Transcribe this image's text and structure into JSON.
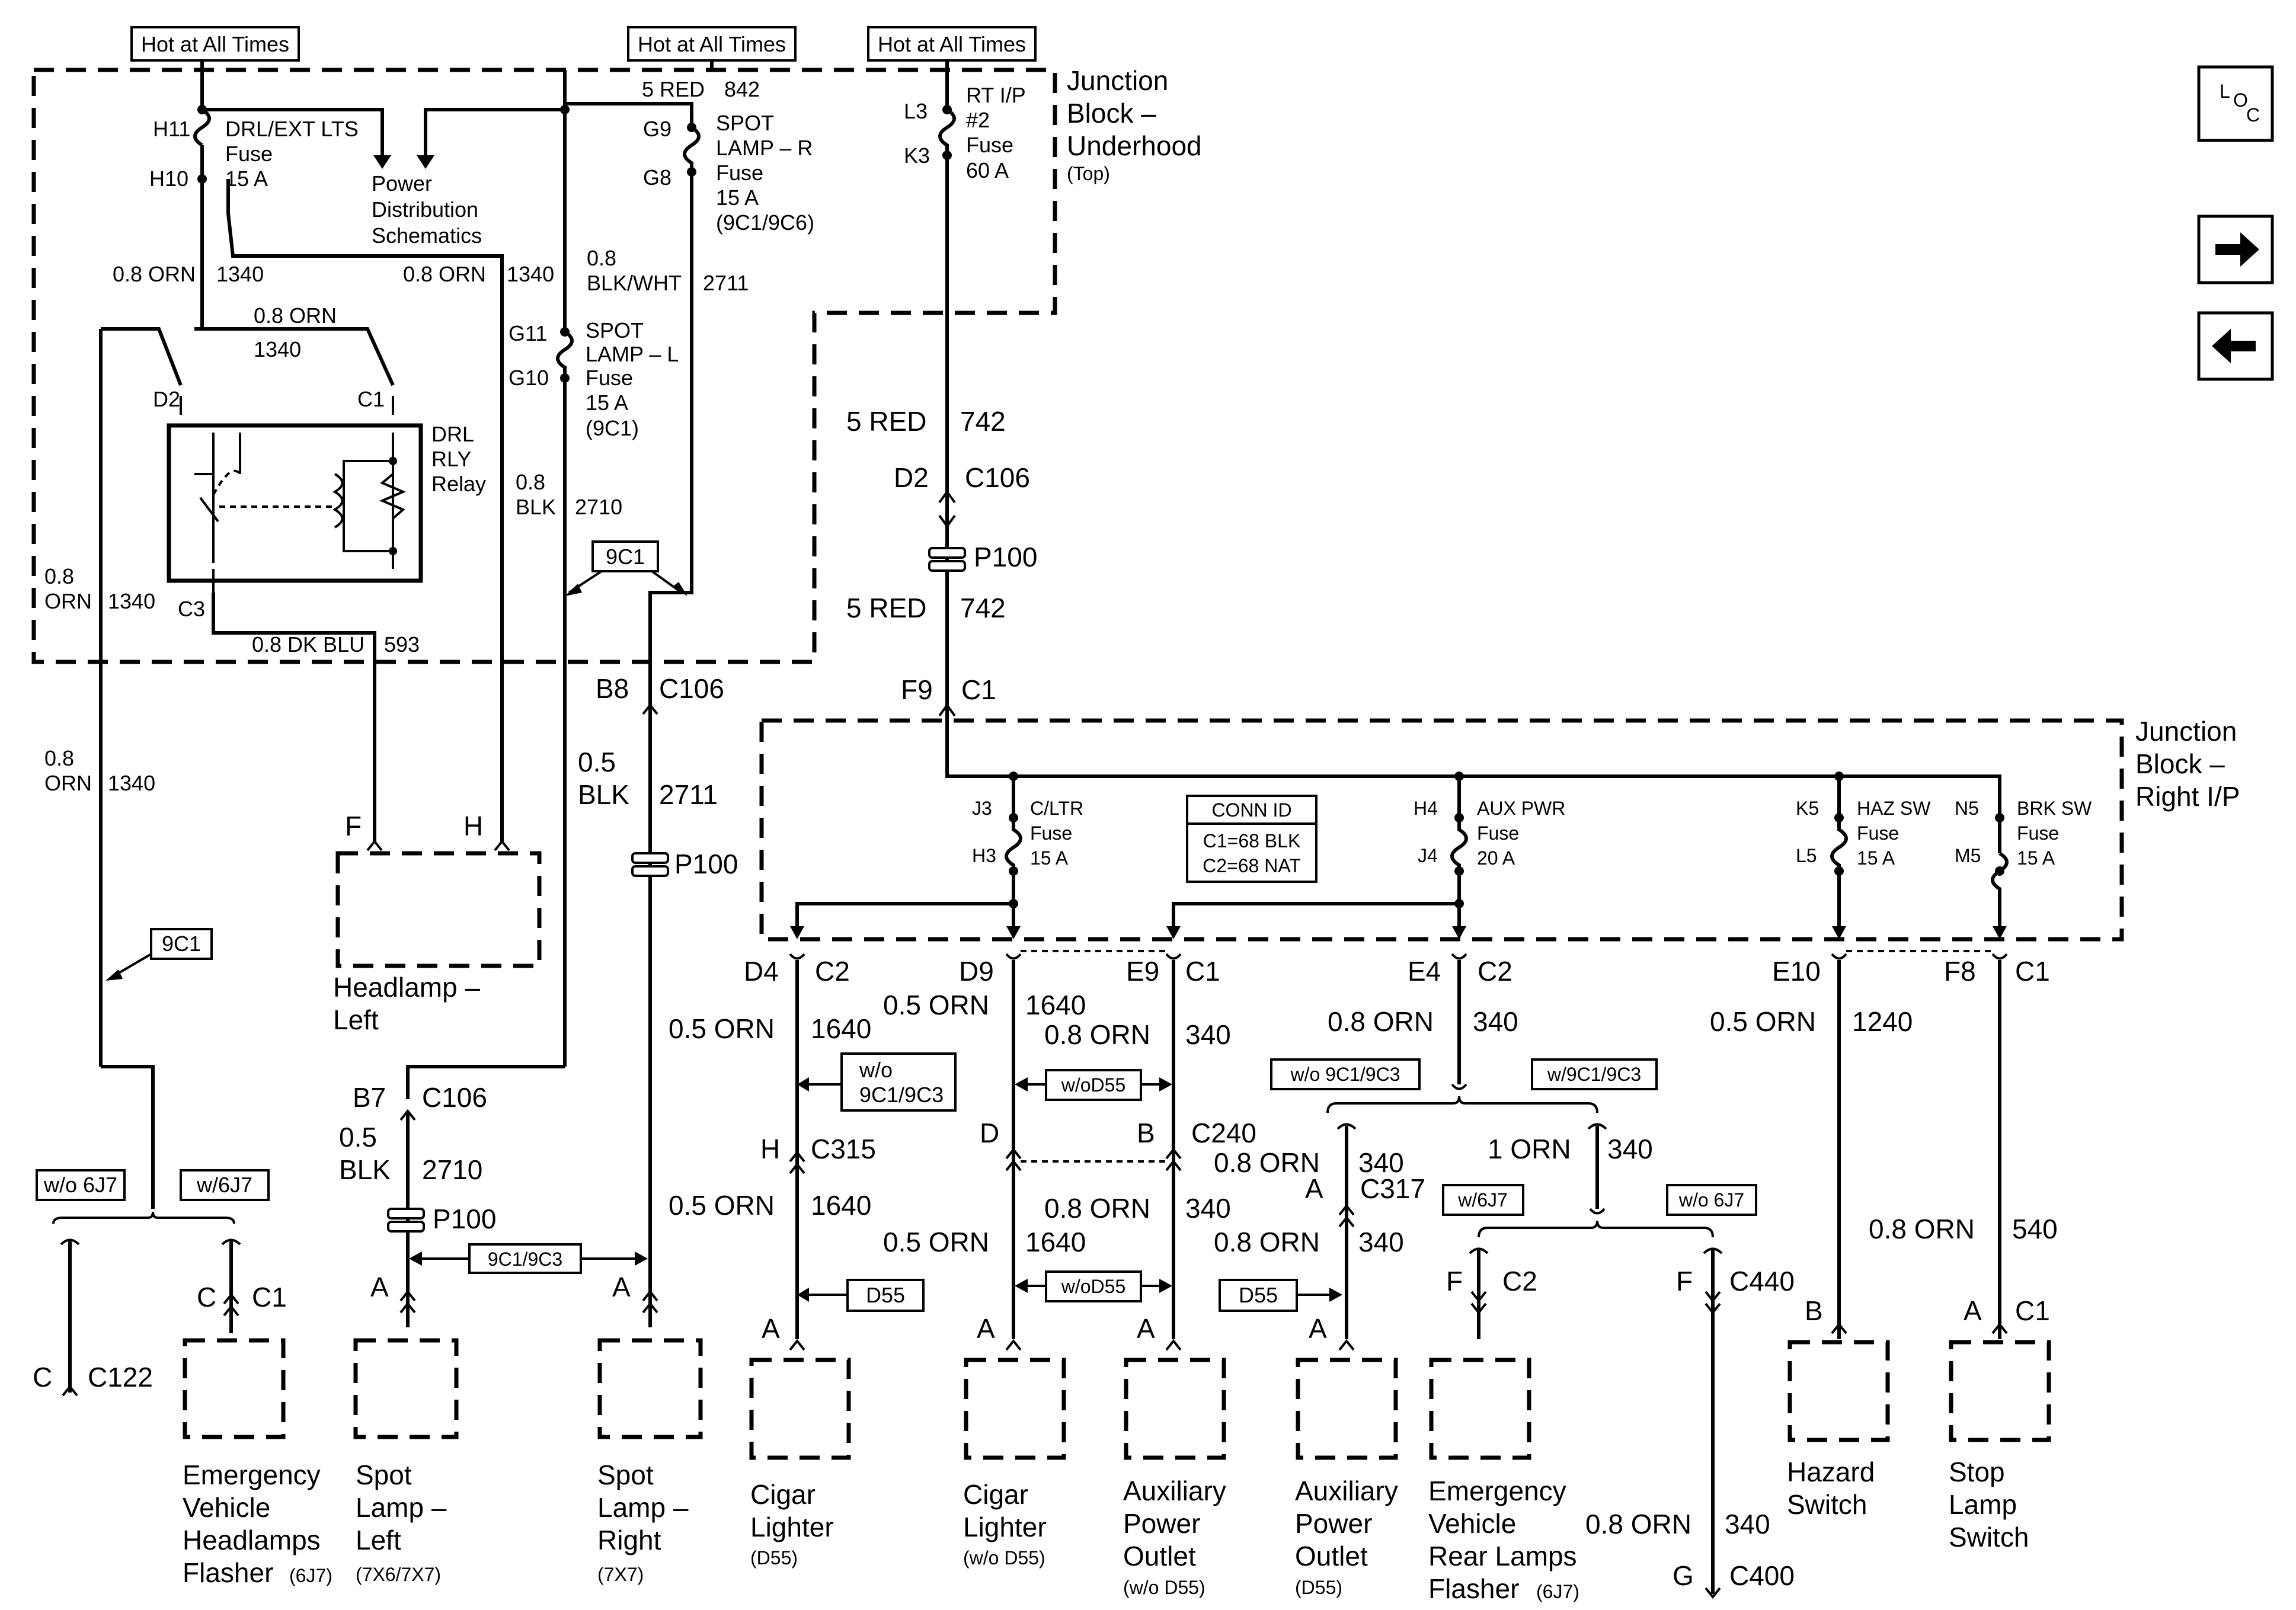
{
  "labels": {
    "hot1": "Hot at All Times",
    "hot2": "Hot at All Times",
    "hot3": "Hot at All Times",
    "jb_underhood": [
      "Junction",
      "Block –",
      "Underhood",
      "(Top)"
    ],
    "jb_rightip": [
      "Junction",
      "Block –",
      "Right I/P"
    ],
    "loc": [
      "L",
      "O",
      "C"
    ],
    "drl_fuse": {
      "pin_top": "H11",
      "pin_bot": "H10",
      "name": "DRL/EXT LTS",
      "kind": "Fuse",
      "amps": "15 A"
    },
    "power_dist": [
      "Power",
      "Distribution",
      "Schematics"
    ],
    "spot_r_fuse": {
      "pin_top": "G9",
      "pin_bot": "G8",
      "l1": "SPOT",
      "l2": "LAMP – R",
      "kind": "Fuse",
      "amps": "15 A",
      "opt": "(9C1/9C6)"
    },
    "spot_l_fuse": {
      "pin_top": "G11",
      "pin_bot": "G10",
      "l1": "SPOT",
      "l2": "LAMP – L",
      "kind": "Fuse",
      "amps": "15 A",
      "opt": "(9C1)"
    },
    "rt_ip_fuse": {
      "pin_top": "L3",
      "pin_bot": "K3",
      "l1": "RT I/P",
      "l2": "#2",
      "kind": "Fuse",
      "amps": "60 A"
    },
    "drl_relay": {
      "l1": "DRL",
      "l2": "RLY",
      "l3": "Relay",
      "d2": "D2",
      "c1": "C1",
      "c3": "C3"
    },
    "conn_id": {
      "title": "CONN ID",
      "c1": "C1=68 BLK",
      "c2": "C2=68 NAT"
    },
    "fuses_rip": [
      {
        "pt": "J3",
        "pb": "H3",
        "l1": "C/LTR",
        "l2": "Fuse",
        "l3": "15 A"
      },
      {
        "pt": "H4",
        "pb": "J4",
        "l1": "AUX PWR",
        "l2": "Fuse",
        "l3": "20 A"
      },
      {
        "pt": "K5",
        "pb": "L5",
        "l1": "HAZ SW",
        "l2": "Fuse",
        "l3": "15 A"
      },
      {
        "pt": "N5",
        "pb": "M5",
        "l1": "BRK SW",
        "l2": "Fuse",
        "l3": "15 A"
      }
    ],
    "options": {
      "o9c1_a": "9C1",
      "o9c1_b": "9C1",
      "o9c1_c3": "9C1/9C3",
      "wo_9c1_9c3_a": "w/o",
      "wo_9c1_9c3_b": "9C1/9C3",
      "wo_d55_a": "w/oD55",
      "wo_d55_b": "w/oD55",
      "d55_a": "D55",
      "d55_b": "D55",
      "wo_9c1c3": "w/o 9C1/9C3",
      "w_9c1c3": "w/9C1/9C3",
      "wo_6j7": "w/o 6J7",
      "w_6j7": "w/6J7",
      "w_6j7_b": "w/6J7",
      "wo_6j7_b": "w/o 6J7"
    }
  },
  "wires": {
    "w1": "5 RED",
    "w1n": "842",
    "w2a": "0.8 ORN",
    "w2an": "1340",
    "w2b": "0.8 ORN",
    "w2bn": "1340",
    "w2c": "0.8 ORN",
    "w2cn": "1340",
    "w3a": "0.8",
    "w3b": "BLK/WHT",
    "w3n": "2711",
    "w4a": "0.8",
    "w4b": "BLK",
    "w4n": "2710",
    "w5a": "0.8",
    "w5b": "ORN",
    "w5n": "1340",
    "w6": "0.8 DK BLU",
    "w6n": "593",
    "w7a": "0.8",
    "w7b": "ORN",
    "w7n": "1340",
    "w8": "5 RED",
    "w8n": "742",
    "w9": "5 RED",
    "w9n": "742",
    "w10a": "0.5",
    "w10b": "BLK",
    "w10n": "2711",
    "w11a": "0.5",
    "w11b": "BLK",
    "w11n": "2710",
    "w12": "0.5 ORN",
    "w12n": "1640",
    "w13": "0.5 ORN",
    "w13n": "1640",
    "w14": "0.8 ORN",
    "w14n": "340",
    "w15": "0.8 ORN",
    "w15n": "340",
    "w16": "0.5 ORN",
    "w16n": "1240",
    "w17": "0.5 ORN",
    "w17n": "1640",
    "w18": "0.5 ORN",
    "w18n": "1640",
    "w19": "0.8 ORN",
    "w19n": "340",
    "w20": "0.8 ORN",
    "w20n": "340",
    "w21": "0.8 ORN",
    "w21n": "340",
    "w22": "1 ORN",
    "w22n": "340",
    "w23": "0.8 ORN",
    "w23n": "540",
    "w24": "0.8 ORN",
    "w24n": "340"
  },
  "connectors": {
    "d2c106": [
      "D2",
      "C106"
    ],
    "p100a": "P100",
    "f9c1": [
      "F9",
      "C1"
    ],
    "b8c106": [
      "B8",
      "C106"
    ],
    "p100b": "P100",
    "b7c106": [
      "B7",
      "C106"
    ],
    "p100c": "P100",
    "fh": [
      "F",
      "H"
    ],
    "d4c2": [
      "D4",
      "C2"
    ],
    "d9": "D9",
    "e9c1": [
      "E9",
      "C1"
    ],
    "e4c2": [
      "E4",
      "C2"
    ],
    "e10": "E10",
    "f8c1": [
      "F8",
      "C1"
    ],
    "hc315": [
      "H",
      "C315"
    ],
    "d": "D",
    "bc240": [
      "B",
      "C240"
    ],
    "ac317": [
      "A",
      "C317"
    ],
    "cc1": [
      "C",
      "C1"
    ],
    "cc122": [
      "C",
      "C122"
    ],
    "fc2": [
      "F",
      "C2"
    ],
    "fc440": [
      "F",
      "C440"
    ],
    "gc400": [
      "G",
      "C400"
    ],
    "pins_a": [
      "A",
      "A",
      "A",
      "A",
      "A",
      "A"
    ],
    "b": "B",
    "ac1": [
      "A",
      "C1"
    ]
  },
  "components": {
    "headlamp_left": [
      "Headlamp –",
      "Left"
    ],
    "ev_headlamps": [
      "Emergency",
      "Vehicle",
      "Headlamps",
      "Flasher",
      "(6J7)"
    ],
    "spot_left": [
      "Spot",
      "Lamp –",
      "Left",
      "(7X6/7X7)"
    ],
    "spot_right": [
      "Spot",
      "Lamp –",
      "Right",
      "(7X7)"
    ],
    "cigar_d55": [
      "Cigar",
      "Lighter",
      "(D55)"
    ],
    "cigar_wo": [
      "Cigar",
      "Lighter",
      "(w/o D55)"
    ],
    "aux_wo": [
      "Auxiliary",
      "Power",
      "Outlet",
      "(w/o D55)"
    ],
    "aux_d55": [
      "Auxiliary",
      "Power",
      "Outlet",
      "(D55)"
    ],
    "ev_rear": [
      "Emergency",
      "Vehicle",
      "Rear Lamps",
      "Flasher",
      "(6J7)"
    ],
    "hazard": [
      "Hazard",
      "Switch"
    ],
    "stop": [
      "Stop",
      "Lamp",
      "Switch"
    ]
  }
}
